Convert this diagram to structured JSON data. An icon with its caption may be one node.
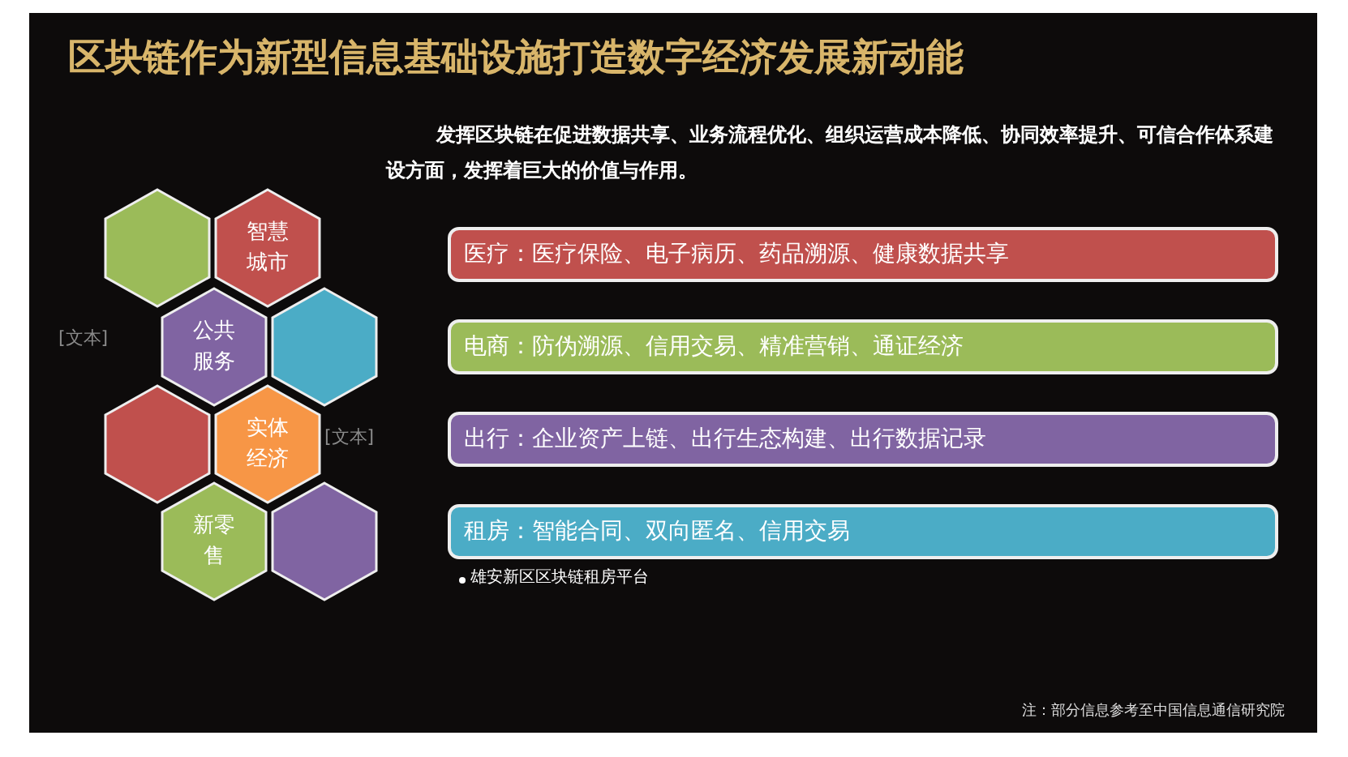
{
  "diagram": {
    "title": "区块链作为新型信息基础设施打造数字经济发展新动能",
    "nodes": [
      {
        "text": [],
        "shape": "hexagon"
      },
      {
        "text": [
          "智慧城市"
        ]
      },
      {
        "text": [
          "公共服务"
        ]
      },
      {
        "text": [],
        "shape": "hexagon"
      },
      {
        "text": [],
        "shape": "hexagon"
      },
      {
        "text": [
          "实体经济"
        ]
      },
      {
        "text": [
          "新零售"
        ]
      },
      {
        "text": [],
        "shape": "hexagon"
      },
      {
        "text": [
          "医疗：医疗保险、电子病历、药品溯源、健康数据共享"
        ]
      },
      {
        "text": [
          "电商：防伪溯源、信用交易、精准营销、通证经济"
        ]
      },
      {
        "text": [
          "出行：企业资产上链、出行生态构建、出行数据记录"
        ]
      },
      {
        "text": [
          "租房：智能合同、双向匿名、信用交易"
        ],
        "beside": [
          "雄安新区区块链租房平台"
        ]
      }
    ],
    "edges": [],
    "labels": [
      "发挥区块链在促进数据共享、业务流程优化、组织运营成本降低、协同效率提升、可信合作体系建设方面，发挥着巨大的价值与作用。",
      "[文本]",
      "[文本]",
      "注：部分信息参考至中国信息通信研究院"
    ]
  }
}
